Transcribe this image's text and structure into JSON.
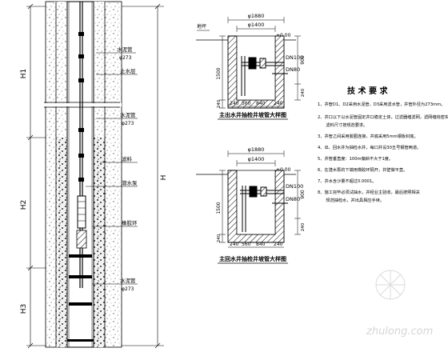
{
  "well_section": {
    "label_h": "H",
    "label_h1": "H1",
    "label_h2": "H2",
    "label_h3": "H3",
    "callout_pipe_top": "水泥管",
    "callout_pipe_top_dim": "φ273",
    "callout_seal": "止水层",
    "callout_pipe_mid": "水泥管",
    "callout_pipe_mid_dim": "φ273",
    "callout_filter": "滤料",
    "callout_pump": "潜水泵",
    "callout_rubber": "橡胶环",
    "callout_pipe_bottom": "水泥管",
    "callout_pipe_bottom_dim": "φ273"
  },
  "detail_top": {
    "label_pavement": "地坪",
    "dim_outer": "φ1880",
    "dim_inner": "φ1400",
    "elev_top": "±0.00",
    "dim_900": "900",
    "dim_1500": "1500",
    "dim_240_side": "240",
    "pipe_1": "DN100",
    "pipe_2": "DN80",
    "dim_240_right": "240",
    "dim_bottom": [
      "240",
      "560",
      "840",
      "240"
    ],
    "caption": "主出水井抽检井坡管大样图"
  },
  "detail_bottom": {
    "dim_outer": "φ1880",
    "dim_inner": "φ1400",
    "elev_top": "±0.00",
    "dim_900": "900",
    "dim_1500": "1500",
    "dim_240_side": "240",
    "pipe_1": "DN100",
    "pipe_2": "DN80",
    "dim_240_right": "240",
    "dim_bottom": [
      "240",
      "560",
      "840",
      "240"
    ],
    "caption": "主回水井抽检井坡管大样图"
  },
  "tech": {
    "title": "技 术 要 求",
    "items": [
      "1、井管D1、D2采用水泥管，D3采用滤水管，井管外径为273mm。",
      "2、井口以下以水泥管固定井口稳定土体，过滤器缠滤网，滤网缠绕密实，",
      "　　滤料尺寸按规范要求。",
      "3、井管之间采用胶圈连接，井底采用5mm钢板封底。",
      "4、出、回水井为抽检水井，每口井设30五号钢管两道。",
      "5、井管垂直度：100m偏斜不大于1度。",
      "6、在潜水泵的下端用橡胶环隔开，井壁做平直。",
      "7、井水含沙量不超过0.0001。",
      "8、施工完毕必须试抽水，并经业主验收，最后按照相关",
      "　　规范抽检水，并出具相应手续。"
    ]
  },
  "watermark": {
    "line1": "zhulong.com"
  }
}
